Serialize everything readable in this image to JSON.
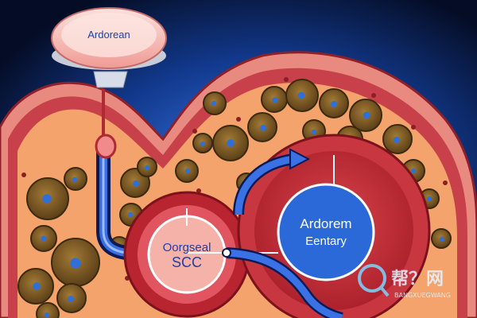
{
  "labels": {
    "top_callout": "Ardorean",
    "left_circle_line1": "Oorgseal",
    "left_circle_line2": "SCC",
    "right_circle_line1": "Ardorem",
    "right_circle_line2": "Eentary"
  },
  "watermark": {
    "main": "帮？网",
    "sub": "BANGXUEGWANG"
  },
  "colors": {
    "background": "#05112e",
    "tissue_outer": "#e78a7f",
    "tissue_inner": "#f3a36b",
    "cell_body": "#7a5a24",
    "nucleus": "#2b67c9",
    "label_text": "#1f3fa5",
    "arrow": "#2a5bd8"
  }
}
